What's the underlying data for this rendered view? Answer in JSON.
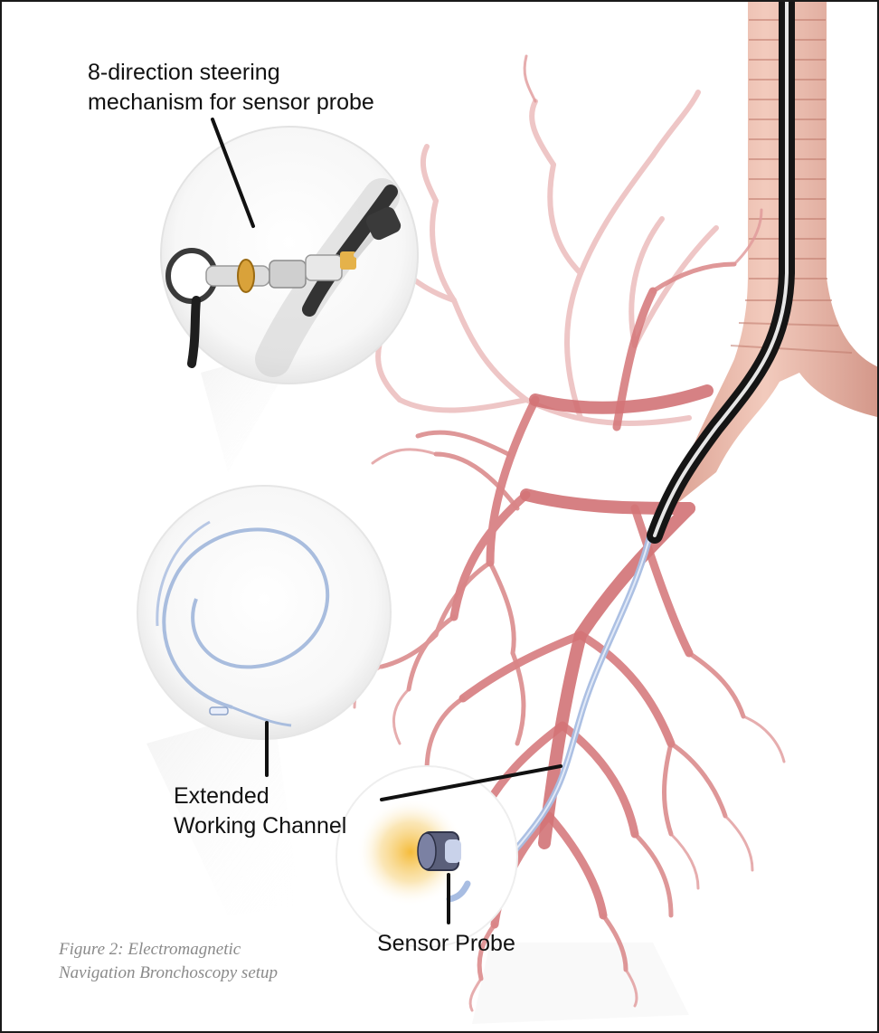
{
  "callouts": {
    "steering": {
      "line1": "8-direction steering",
      "line2": "mechanism for sensor probe"
    },
    "working_channel": {
      "line1": "Extended",
      "line2": "Working Channel"
    },
    "sensor_probe": {
      "text": "Sensor Probe"
    }
  },
  "caption": {
    "line1": "Figure 2: Electromagnetic",
    "line2": "Navigation Bronchoscopy setup"
  },
  "colors": {
    "bronchial_tree": "#c9565c",
    "bronchial_tree_light": "#e6a5a5",
    "trachea": "#e8b2a2",
    "scope": "#151515",
    "channel": "#9fb4d8",
    "glow": "#f5c242",
    "caption": "#8a8a8a"
  }
}
